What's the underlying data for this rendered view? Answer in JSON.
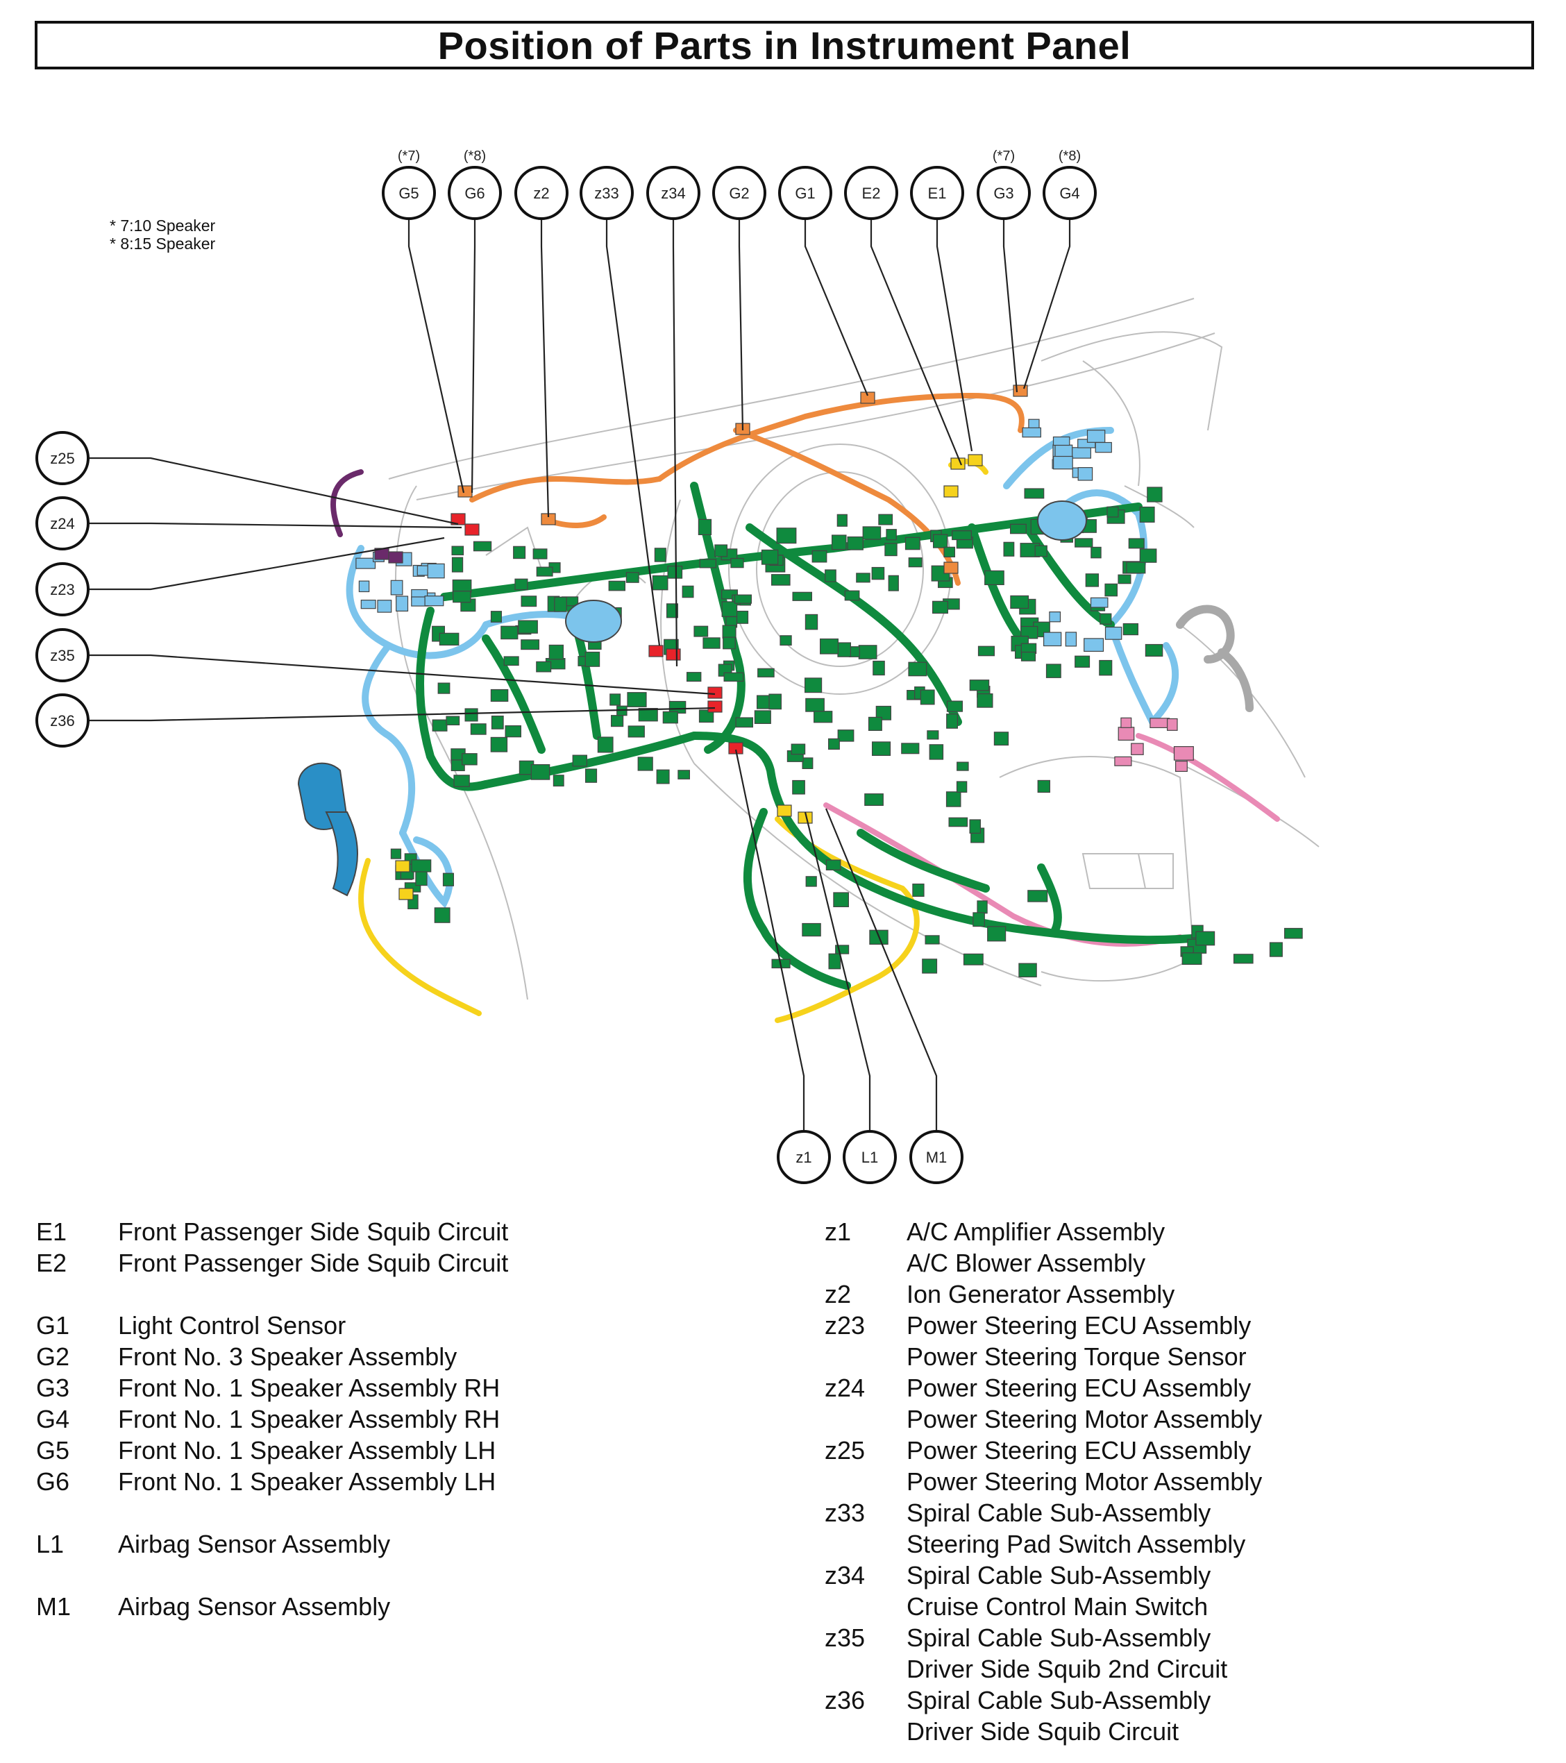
{
  "title": "Position of Parts in Instrument Panel",
  "notes": [
    "* 7:10 Speaker",
    "* 8:15 Speaker"
  ],
  "callouts": {
    "top": [
      {
        "id": "G5",
        "star": "(*7)"
      },
      {
        "id": "G6",
        "star": "(*8)"
      },
      {
        "id": "z2",
        "star": ""
      },
      {
        "id": "z33",
        "star": ""
      },
      {
        "id": "z34",
        "star": ""
      },
      {
        "id": "G2",
        "star": ""
      },
      {
        "id": "G1",
        "star": ""
      },
      {
        "id": "E2",
        "star": ""
      },
      {
        "id": "E1",
        "star": ""
      },
      {
        "id": "G3",
        "star": "(*7)"
      },
      {
        "id": "G4",
        "star": "(*8)"
      }
    ],
    "left": [
      "z25",
      "z24",
      "z23",
      "z35",
      "z36"
    ],
    "bottom": [
      "z1",
      "L1",
      "M1"
    ]
  },
  "harness_colors": {
    "main": "#0f8a3e",
    "main_dark": "#0a5f2a",
    "blue": "#7cc4ec",
    "orange": "#ee8a3d",
    "yellow": "#f6d21c",
    "red": "#e8232a",
    "pink": "#e98ab5",
    "purple": "#6a2a6a",
    "gray": "#a8a8a8",
    "outline": "#444444"
  },
  "legend_left": [
    {
      "code": "E1",
      "desc": "Front Passenger Side Squib Circuit"
    },
    {
      "code": "E2",
      "desc": "Front Passenger Side Squib Circuit"
    },
    null,
    {
      "code": "G1",
      "desc": "Light Control Sensor"
    },
    {
      "code": "G2",
      "desc": "Front No. 3 Speaker Assembly"
    },
    {
      "code": "G3",
      "desc": "Front No. 1 Speaker Assembly RH"
    },
    {
      "code": "G4",
      "desc": "Front No. 1 Speaker Assembly RH"
    },
    {
      "code": "G5",
      "desc": "Front No. 1 Speaker Assembly LH"
    },
    {
      "code": "G6",
      "desc": "Front No. 1 Speaker Assembly LH"
    },
    null,
    {
      "code": "L1",
      "desc": "Airbag Sensor Assembly"
    },
    null,
    {
      "code": "M1",
      "desc": "Airbag Sensor Assembly"
    }
  ],
  "legend_right": [
    {
      "code": "z1",
      "desc": "A/C Amplifier Assembly"
    },
    {
      "code": "",
      "desc": "A/C Blower Assembly"
    },
    {
      "code": "z2",
      "desc": "Ion Generator Assembly"
    },
    {
      "code": "z23",
      "desc": "Power Steering ECU Assembly"
    },
    {
      "code": "",
      "desc": "Power Steering Torque Sensor"
    },
    {
      "code": "z24",
      "desc": "Power Steering ECU Assembly"
    },
    {
      "code": "",
      "desc": "Power Steering Motor Assembly"
    },
    {
      "code": "z25",
      "desc": "Power Steering ECU Assembly"
    },
    {
      "code": "",
      "desc": "Power Steering Motor Assembly"
    },
    {
      "code": "z33",
      "desc": "Spiral Cable Sub-Assembly"
    },
    {
      "code": "",
      "desc": "Steering Pad Switch Assembly"
    },
    {
      "code": "z34",
      "desc": "Spiral Cable Sub-Assembly"
    },
    {
      "code": "",
      "desc": "Cruise Control Main Switch"
    },
    {
      "code": "z35",
      "desc": "Spiral Cable Sub-Assembly"
    },
    {
      "code": "",
      "desc": "Driver Side Squib 2nd Circuit"
    },
    {
      "code": "z36",
      "desc": "Spiral Cable Sub-Assembly"
    },
    {
      "code": "",
      "desc": "Driver Side Squib Circuit"
    }
  ]
}
